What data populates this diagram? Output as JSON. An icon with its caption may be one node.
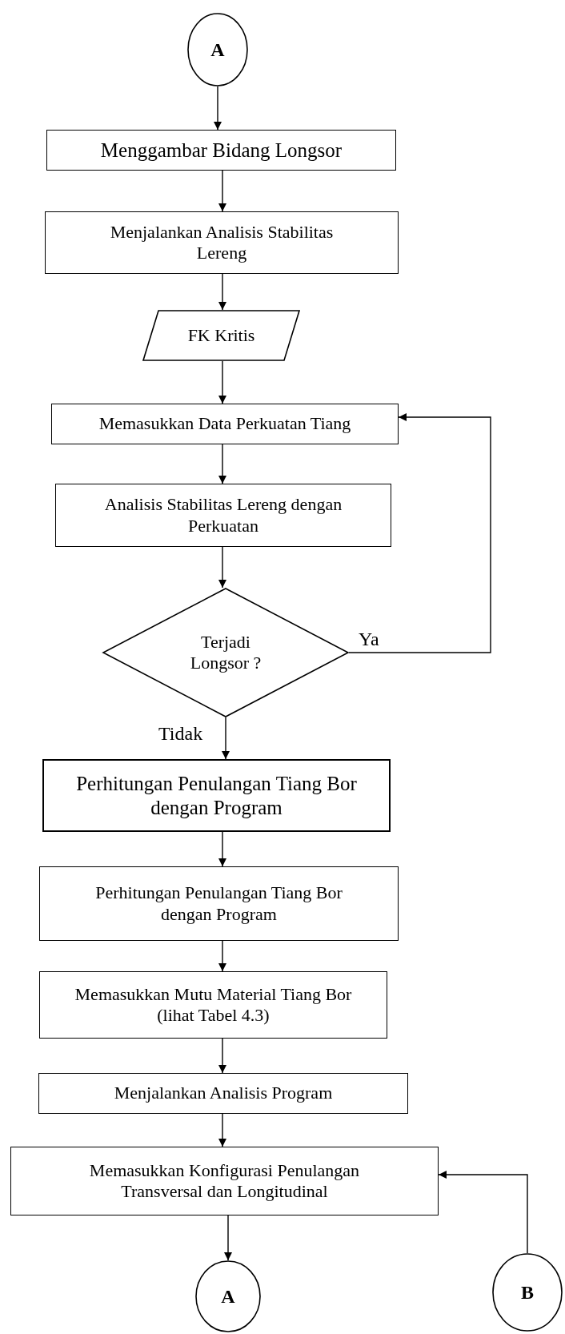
{
  "diagram": {
    "nodes": [
      {
        "text": [
          "A"
        ]
      },
      {
        "text": [
          "Menggambar Bidang Longsor"
        ]
      },
      {
        "text": [
          "Menjalankan Analisis Stabilitas Lereng"
        ]
      },
      {
        "text": [
          "FK Kritis"
        ]
      },
      {
        "text": [
          "Memasukkan Data Perkuatan Tiang"
        ]
      },
      {
        "text": [
          "Analisis Stabilitas Lereng dengan Perkuatan"
        ]
      },
      {
        "text": [
          "Terjadi Longsor ?"
        ]
      },
      {
        "text": [
          "Perhitungan Penulangan Tiang Bor dengan Program"
        ]
      },
      {
        "text": [
          "Perhitungan Penulangan Tiang Bor dengan Program"
        ]
      },
      {
        "text": [
          "Memasukkan Mutu Material Tiang Bor (lihat Tabel 4.3)"
        ]
      },
      {
        "text": [
          "Menjalankan Analisis Program"
        ]
      },
      {
        "text": [
          "Memasukkan Konfigurasi Penulangan Transversal dan Longitudinal"
        ]
      },
      {
        "text": [
          "A"
        ]
      },
      {
        "text": [
          "B"
        ]
      }
    ],
    "edges": [
      {
        "from": 0,
        "to": 1,
        "arrow": "to"
      },
      {
        "from": 1,
        "to": 2,
        "arrow": "to"
      },
      {
        "from": 2,
        "to": 3,
        "arrow": "to"
      },
      {
        "from": 3,
        "to": 4,
        "arrow": "to"
      },
      {
        "from": 4,
        "to": 5,
        "arrow": "to"
      },
      {
        "from": 5,
        "to": 6,
        "arrow": "to"
      },
      {
        "from": 6,
        "to": 4,
        "arrow": "to",
        "label": "Ya"
      },
      {
        "from": 6,
        "to": 7,
        "arrow": "to",
        "label": "Tidak"
      },
      {
        "from": 7,
        "to": 8,
        "arrow": "to"
      },
      {
        "from": 8,
        "to": 9,
        "arrow": "to"
      },
      {
        "from": 9,
        "to": 10,
        "arrow": "to"
      },
      {
        "from": 10,
        "to": 11,
        "arrow": "to"
      },
      {
        "from": 11,
        "to": 12,
        "arrow": "to"
      },
      {
        "from": 13,
        "to": 11,
        "arrow": "to"
      }
    ]
  }
}
